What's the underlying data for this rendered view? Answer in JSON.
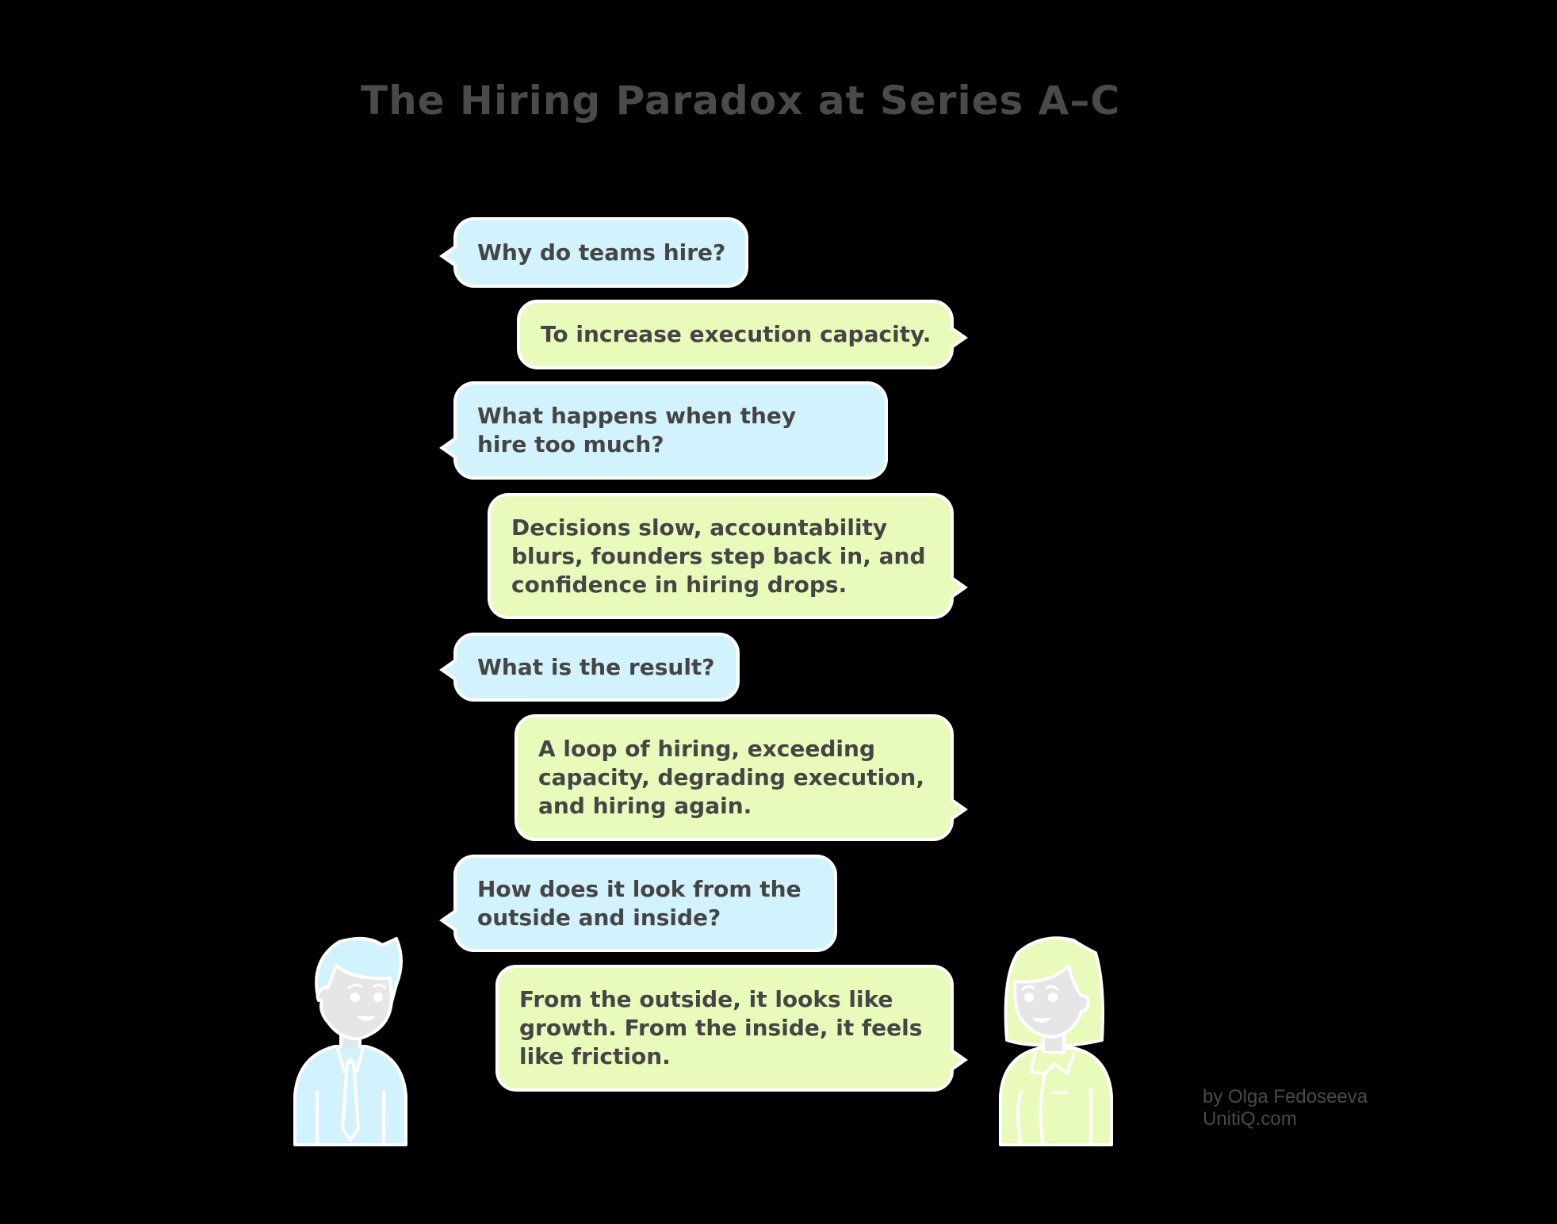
{
  "title": "The Hiring Paradox at Series A–C",
  "colors": {
    "background": "#000000",
    "question_bubble": "#d2f3fd",
    "answer_bubble": "#e9fbbb",
    "bubble_border": "#ffffff",
    "text": "#454545",
    "face": "#e6e6e6"
  },
  "conversation": [
    {
      "speaker": "man",
      "type": "question",
      "text": "Why do teams hire?"
    },
    {
      "speaker": "woman",
      "type": "answer",
      "text": "To increase execution capacity."
    },
    {
      "speaker": "man",
      "type": "question",
      "text": "What happens when they hire too much?"
    },
    {
      "speaker": "woman",
      "type": "answer",
      "text": "Decisions slow, accountability blurs, founders step back in, and confidence in hiring drops."
    },
    {
      "speaker": "man",
      "type": "question",
      "text": "What is the result?"
    },
    {
      "speaker": "woman",
      "type": "answer",
      "text": "A loop of hiring, exceeding capacity, degrading execution, and hiring again."
    },
    {
      "speaker": "man",
      "type": "question",
      "text": "How does it look from the outside and inside?"
    },
    {
      "speaker": "woman",
      "type": "answer",
      "text": "From the outside, it looks like growth. From the inside, it feels like friction."
    }
  ],
  "characters": {
    "left": {
      "name": "man-avatar",
      "color": "#d2f3fd"
    },
    "right": {
      "name": "woman-avatar",
      "color": "#e9fbbb"
    }
  },
  "credit": {
    "line1": "by Olga Fedoseeva",
    "line2": "UnitiQ.com"
  }
}
